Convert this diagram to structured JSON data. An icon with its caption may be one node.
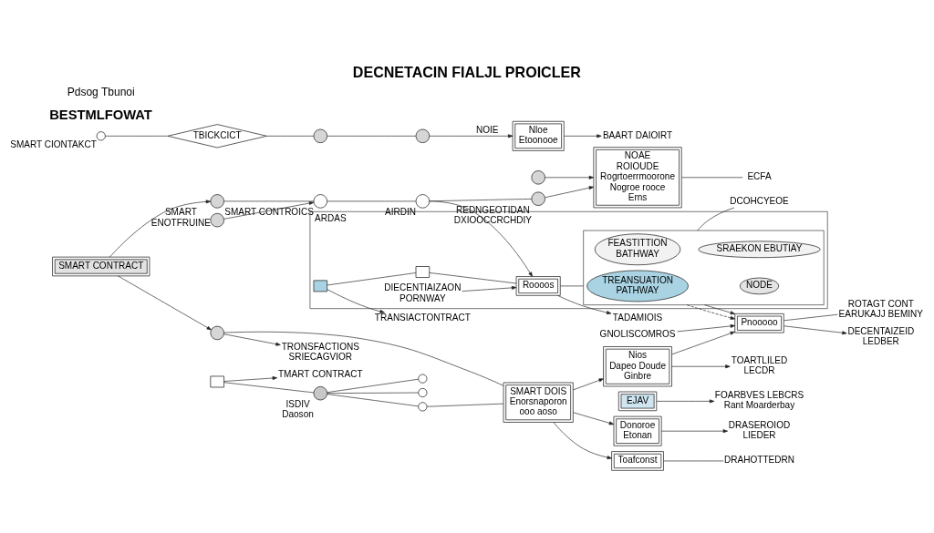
{
  "diagram": {
    "title": "DECNETACIN FIALJL PROICLER",
    "nodes": [
      {
        "text": [
          "SMART CONTRACT"
        ]
      },
      {
        "text": [],
        "shape": "circle",
        "beside": [
          "SMART ENOTFRUINE"
        ]
      },
      {
        "text": [],
        "shape": "circle"
      },
      {
        "text": [
          "TRONSFACTIONS SRIECAGVIOR"
        ]
      },
      {
        "text": [
          "TBICKCICT"
        ]
      },
      {
        "text": [],
        "shape": "circle",
        "beside": [
          "SMART CIONTAKCT"
        ]
      },
      {
        "text": [],
        "shape": "circle"
      },
      {
        "text": [],
        "shape": "circle"
      },
      {
        "text": [
          "Nloe",
          "Etoonooe"
        ]
      },
      {
        "text": [
          "BAART DAIOIRT"
        ]
      },
      {
        "text": [
          "Donoroe",
          "Etonan"
        ]
      },
      {
        "text": [
          "DRASEROIOD LIEDER"
        ]
      },
      {
        "text": [
          "Toafconst"
        ]
      },
      {
        "text": [
          "DRAHOTTEDRN"
        ]
      },
      {
        "text": [
          "SMART DOIS",
          "Enorsnaporon ooo aoso"
        ]
      },
      {
        "text": [
          "Nios",
          "Dapeo Doude Ginbre"
        ]
      },
      {
        "text": [
          "TOARTLILED LECDR"
        ]
      },
      {
        "text": [],
        "shape": "circle"
      },
      {
        "text": [],
        "shape": "circle"
      },
      {
        "text": [],
        "shape": "circle",
        "beside": [
          "ISDIV",
          "Daoson"
        ]
      },
      {
        "text": [],
        "shape": "circle"
      },
      {
        "text": [],
        "shape": "circle"
      },
      {
        "text": [],
        "shape": "circle"
      },
      {
        "text": [
          "TMART CONTRACT"
        ]
      },
      {
        "text": [],
        "shape": "box"
      },
      {
        "text": [
          "NOAE",
          "ROIOUDE",
          "Rogrtoerrmoorone Nogroe rooce Erns"
        ]
      },
      {
        "text": [
          "EJAV"
        ]
      },
      {
        "text": [
          "FOARBVES LEBCRS",
          "Rant Moarderbay"
        ]
      },
      {
        "text": [
          "ECFA"
        ]
      },
      {
        "text": [
          "GNOLISCOMROS"
        ]
      },
      {
        "text": [
          "Pnooooo"
        ]
      },
      {
        "text": [
          "ROTAGT CONT EARUKAJJ BEMINY"
        ]
      },
      {
        "text": [],
        "shape": "circle",
        "beside": [
          "SMART CONTROICS"
        ]
      },
      {
        "text": [],
        "shape": "circle",
        "beside": [
          "AIRDIN"
        ]
      },
      {
        "text": [],
        "shape": "circle",
        "beside": [
          "REDNGEOTIDAN DXIOOCCRCHDIY"
        ]
      },
      {
        "text": [
          "TADAMIOIS"
        ]
      },
      {
        "text": [
          "DECENTAIZEID LEDBER"
        ]
      },
      {
        "text": [
          "TRANSIACTONTRACT"
        ]
      },
      {
        "text": [
          "ARDAS"
        ]
      },
      {
        "text": [],
        "shape": "box",
        "in": 38
      },
      {
        "text": [],
        "shape": "box",
        "in": 38
      },
      {
        "text": [
          "Roooos"
        ],
        "in": 38
      },
      {
        "text": [
          "DIECENTIAIZAON PORNWAY"
        ],
        "in": 38
      },
      {
        "text": [],
        "shape": "box",
        "in": 38
      },
      {
        "text": [
          "TREANSUATION PATHWAY"
        ],
        "in": 43
      },
      {
        "text": [
          "NODE"
        ],
        "in": 43
      },
      {
        "text": [
          "FEASTITTION BATHWAY"
        ],
        "in": 43
      },
      {
        "text": [
          "SRAEKON EBUTIAY"
        ],
        "in": 43
      },
      {
        "text": [
          "DCOHCYEOE"
        ]
      }
    ],
    "edges": [
      {
        "from": 0,
        "to": 1,
        "arrow": "to"
      },
      {
        "from": 0,
        "to": 2,
        "arrow": "to"
      },
      {
        "from": 2,
        "to": 3,
        "arrow": "to"
      },
      {
        "from": 5,
        "to": 4,
        "arrow": "none"
      },
      {
        "from": 4,
        "to": 6,
        "arrow": "none"
      },
      {
        "from": 6,
        "to": 7,
        "arrow": "none"
      },
      {
        "from": 7,
        "to": 8,
        "arrow": "to",
        "label": "NOIE"
      },
      {
        "from": 8,
        "to": 9,
        "arrow": "to"
      },
      {
        "from": 10,
        "to": 11,
        "arrow": "to"
      },
      {
        "from": 12,
        "to": 13,
        "arrow": "none"
      },
      {
        "from": 2,
        "to": 14,
        "arrow": "none"
      },
      {
        "from": 14,
        "to": 10,
        "arrow": "to"
      },
      {
        "from": 14,
        "to": 12,
        "arrow": "to"
      },
      {
        "from": 14,
        "to": 15,
        "arrow": "to"
      },
      {
        "from": 15,
        "to": 16,
        "arrow": "to"
      },
      {
        "from": 26,
        "to": 27,
        "arrow": "to"
      },
      {
        "from": 15,
        "to": 30,
        "arrow": "to"
      },
      {
        "from": 29,
        "to": 30,
        "arrow": "to"
      },
      {
        "from": 30,
        "to": 31,
        "arrow": "none"
      },
      {
        "from": 30,
        "to": 36,
        "arrow": "to"
      },
      {
        "from": 17,
        "to": 32,
        "arrow": "to"
      },
      {
        "from": 18,
        "to": 25,
        "arrow": "to"
      },
      {
        "from": 19,
        "to": 20,
        "arrow": "none"
      },
      {
        "from": 19,
        "to": 21,
        "arrow": "none"
      },
      {
        "from": 19,
        "to": 22,
        "arrow": "none"
      },
      {
        "from": 24,
        "to": 23,
        "arrow": "to"
      },
      {
        "from": 24,
        "to": 19,
        "arrow": "none"
      },
      {
        "from": 1,
        "to": 32,
        "arrow": "none"
      },
      {
        "from": 32,
        "to": 33,
        "arrow": "none"
      },
      {
        "from": 33,
        "to": 34,
        "arrow": "none"
      },
      {
        "from": 34,
        "to": 25,
        "arrow": "to"
      },
      {
        "from": 25,
        "to": 28,
        "arrow": "none"
      },
      {
        "from": 33,
        "to": 41,
        "arrow": "to"
      },
      {
        "from": 42,
        "to": 41,
        "arrow": "to"
      },
      {
        "from": 39,
        "to": 37,
        "arrow": "to"
      },
      {
        "from": 39,
        "to": 40,
        "arrow": "none"
      },
      {
        "from": 40,
        "to": 41,
        "arrow": "none"
      },
      {
        "from": 41,
        "to": 35,
        "arrow": "to"
      },
      {
        "from": 41,
        "to": 43,
        "arrow": "none"
      },
      {
        "from": 43,
        "to": 30,
        "arrow": "to",
        "style": "dashed"
      },
      {
        "from": 43,
        "to": 30,
        "arrow": "to"
      },
      {
        "from": 43,
        "to": 48,
        "arrow": "none"
      },
      {
        "from": 20,
        "to": 14,
        "arrow": "none"
      }
    ],
    "labels": [
      "BESTMLFOWAT",
      "Pdsog Tbunoi"
    ]
  }
}
